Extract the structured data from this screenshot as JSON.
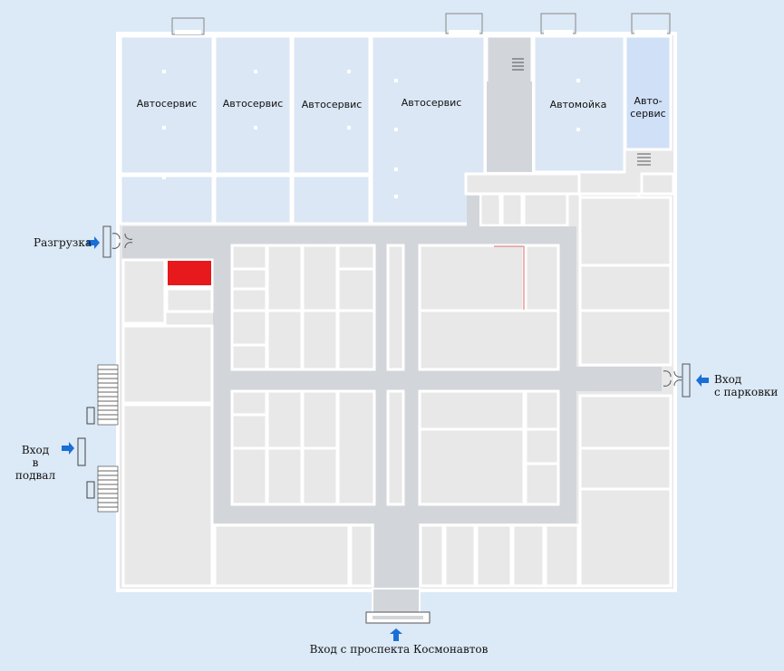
{
  "colors": {
    "background": "#dce9f6",
    "service_room": "#dbe7f5",
    "highlight_service": "#cfe0f7",
    "shop": "#e8e8e8",
    "corridor": "#d2d6da",
    "selected_shop": "#e8191c",
    "wall": "#ffffff",
    "arrow": "#1a6fd6"
  },
  "rooms": {
    "service1": "Автосервис",
    "service2": "Автосервис",
    "service3": "Автосервис",
    "service4": "Автосервис",
    "carwash": "Автомойка",
    "service5_line1": "Авто-",
    "service5_line2": "сервис"
  },
  "entrances": {
    "unloading": "Разгрузка",
    "parking_line1": "Вход",
    "parking_line2": "с парковки",
    "basement_line1": "Вход",
    "basement_line2": "в подвал",
    "main": "Вход с проспекта Космонавтов"
  },
  "icons": {
    "entrance_arrow": "arrow-icon",
    "stairs": "stairs-icon",
    "door": "door-icon"
  }
}
